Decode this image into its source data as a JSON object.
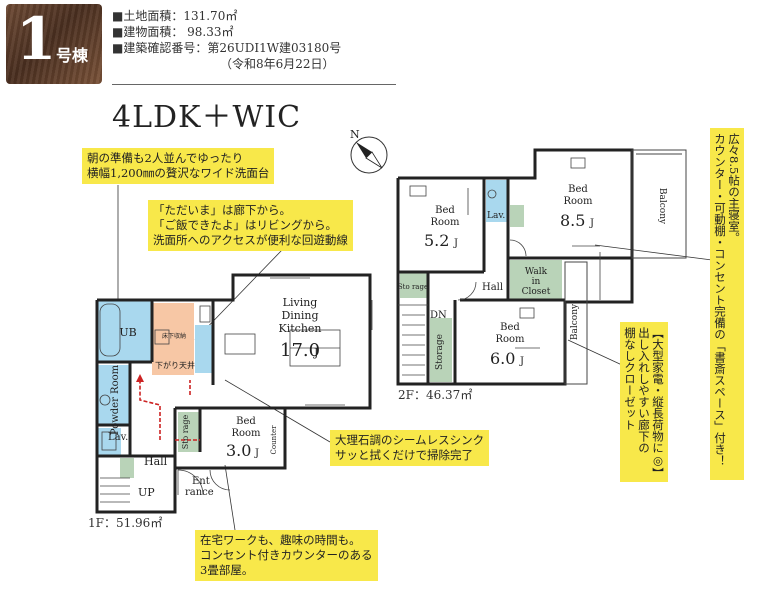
{
  "badge": {
    "number": "1",
    "suffix": "号棟"
  },
  "specs": {
    "land_area": "■土地面積：131.70㎡",
    "building_area": "■建物面積：  98.33㎡",
    "permit_number": "■建築確認番号：第26UDI1W建03180号",
    "permit_date": "（令和8年6月22日）"
  },
  "layout_title": "4LDK＋WIC",
  "callouts": {
    "washroom": [
      "朝の準備も2人並んでゆったり",
      "横幅1,200㎜の贅沢なワイド洗面台"
    ],
    "circulation": [
      "「ただいま」は廊下から。",
      "「ご飯できたよ」はリビングから。",
      "洗面所へのアクセスが便利な回遊動線"
    ],
    "sink": [
      "大理石調のシームレスシンク",
      "サッと拭くだけで掃除完了"
    ],
    "workroom": [
      "在宅ワークも、趣味の時間も。",
      "コンセント付きカウンターのある",
      "3畳部屋。"
    ],
    "master": [
      "広々8.5帖の主寝室。",
      "カウンター・可動棚・コンセント完備の「書斎スペース」付き！"
    ],
    "storage": [
      "【大型家電・縦長荷物に◎】",
      "出し入れしやすい廊下の",
      "棚なしクローゼット"
    ]
  },
  "floor1": {
    "area": "1F：51.96㎡",
    "ldk": {
      "label1": "Living",
      "label2": "Dining",
      "label3": "Kitchen",
      "size": "17.0",
      "unit": "J"
    },
    "bedroom": {
      "label1": "Bed",
      "label2": "Room",
      "size": "3.0",
      "unit": "J"
    },
    "ub": "UB",
    "powder": "Powder Room",
    "lav": "Lav.",
    "hall": "Hall",
    "up": "UP",
    "entrance1": "Ent",
    "entrance2": "rance",
    "storage": "Sto rage",
    "counter": "Counter",
    "drop_ceiling": "下がり天井",
    "floor_storage": "床下収納"
  },
  "floor2": {
    "area": "2F：46.37㎡",
    "bed_a": {
      "label1": "Bed",
      "label2": "Room",
      "size": "5.2",
      "unit": "J"
    },
    "bed_b": {
      "label1": "Bed",
      "label2": "Room",
      "size": "8.5",
      "unit": "J"
    },
    "bed_c": {
      "label1": "Bed",
      "label2": "Room",
      "size": "6.0",
      "unit": "J"
    },
    "lav": "Lav.",
    "hall": "Hall",
    "walkin1": "Walk",
    "walkin2": "in",
    "walkin3": "Closet",
    "storage": "Sto rage",
    "storage_v": "Storage",
    "balcony": "Balcony",
    "dn": "DN"
  },
  "compass": "N",
  "colors": {
    "callout_yellow": "#f8e84a",
    "wet_blue": "#a9d8ee",
    "storage_green": "#b9d3b8",
    "kitchen_orange": "#f7c7a5",
    "wall": "#222222",
    "flow_red": "#cc2222"
  }
}
